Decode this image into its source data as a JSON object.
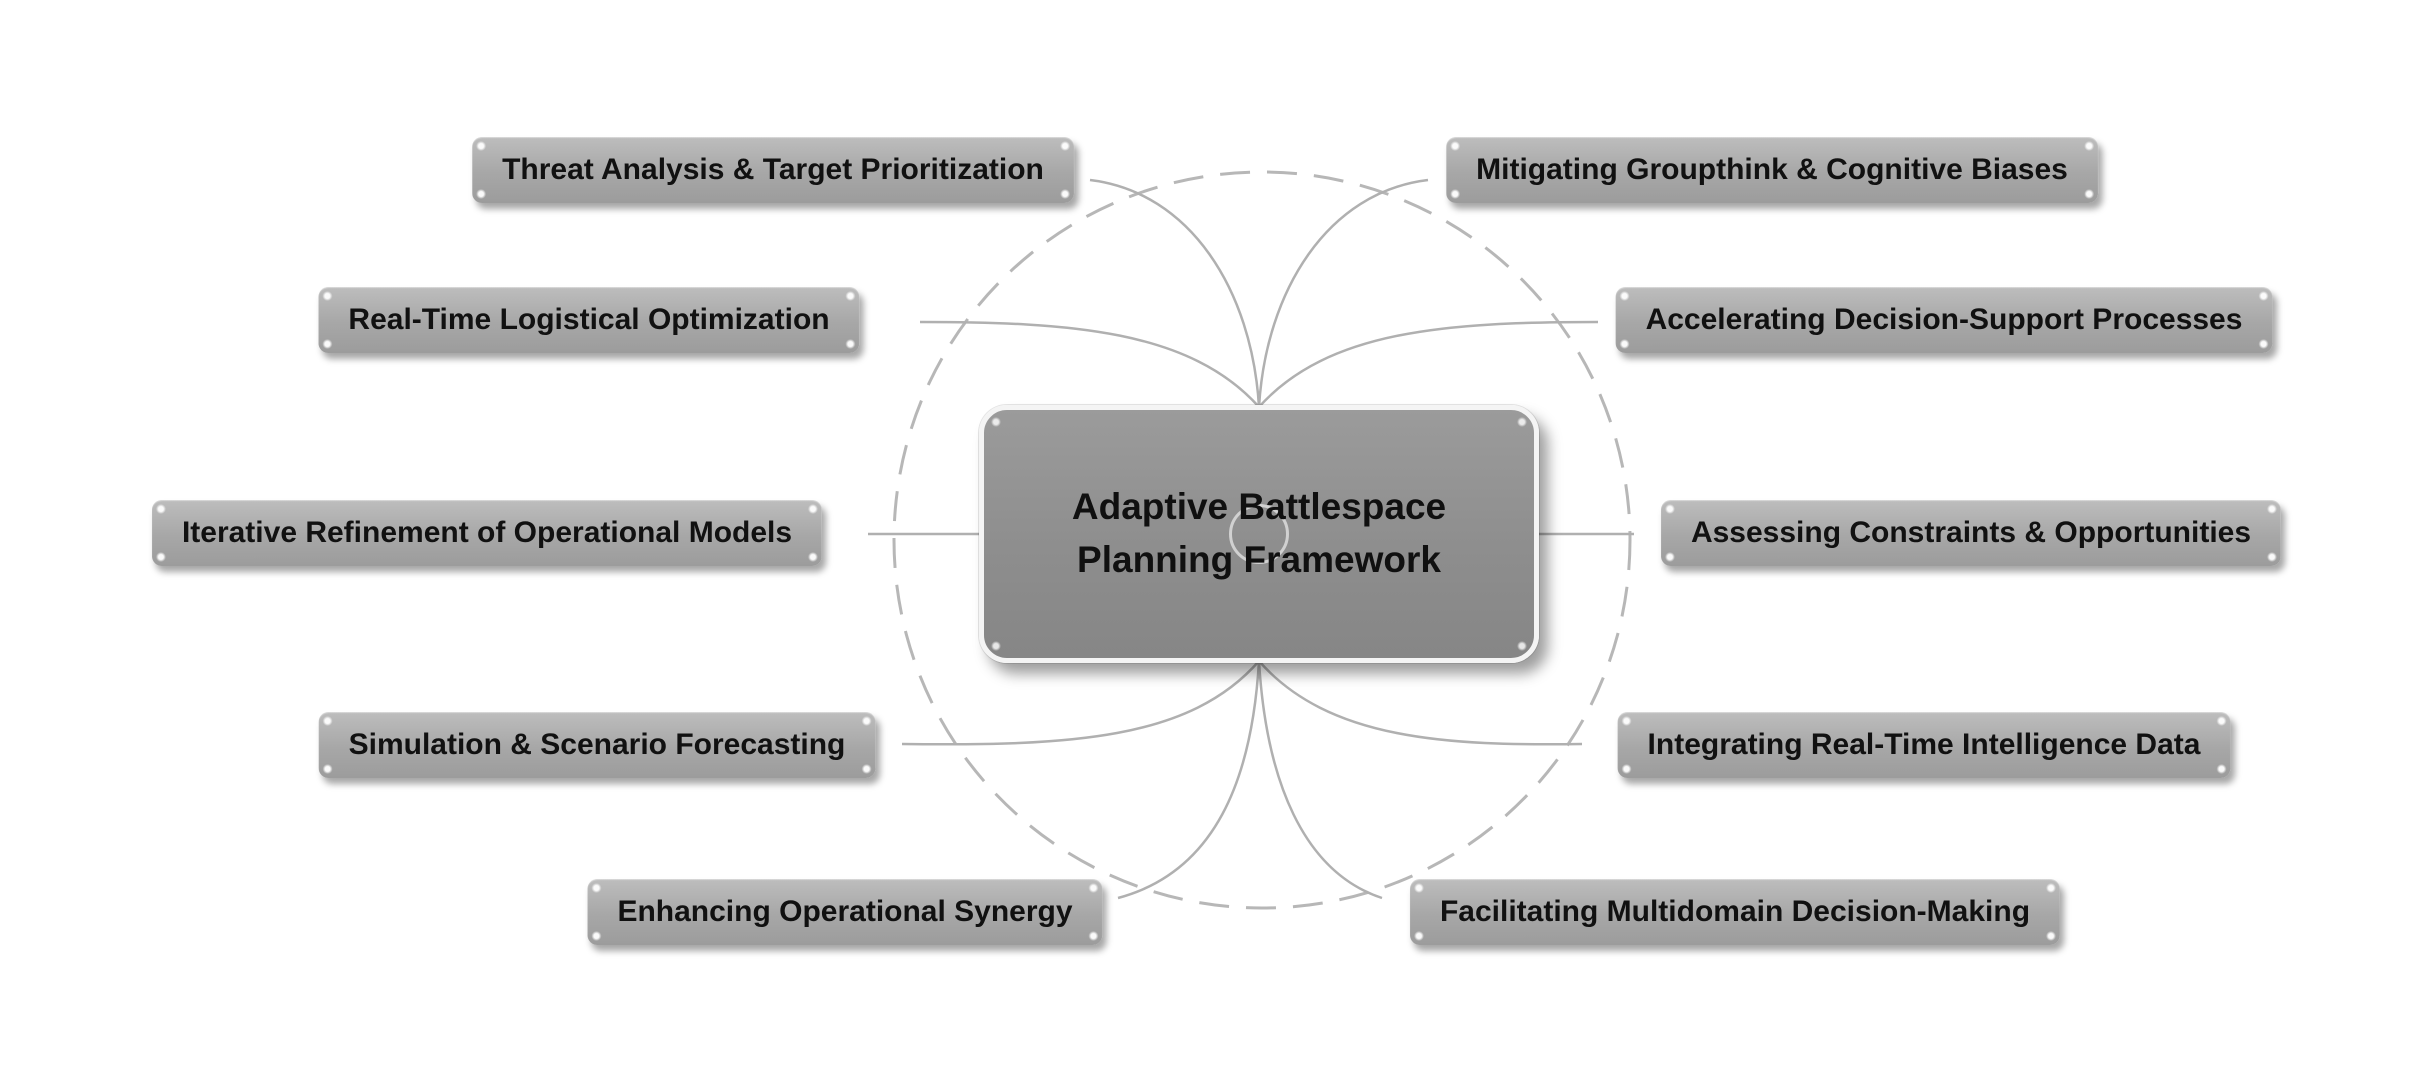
{
  "diagram": {
    "type": "mindmap",
    "center": {
      "label": "Adaptive Battlespace Planning Framework"
    },
    "nodes": [
      {
        "id": "threat-analysis-target-prioritization",
        "label": "Threat Analysis & Target Prioritization",
        "side": "left"
      },
      {
        "id": "mitigating-groupthink-cognitive-biases",
        "label": "Mitigating Groupthink & Cognitive Biases",
        "side": "right"
      },
      {
        "id": "real-time-logistical-optimization",
        "label": "Real-Time Logistical Optimization",
        "side": "left"
      },
      {
        "id": "accelerating-decision-support-processes",
        "label": "Accelerating Decision-Support Processes",
        "side": "right"
      },
      {
        "id": "iterative-refinement-of-operational-models",
        "label": "Iterative Refinement of Operational Models",
        "side": "left"
      },
      {
        "id": "assessing-constraints-opportunities",
        "label": "Assessing Constraints & Opportunities",
        "side": "right"
      },
      {
        "id": "simulation-scenario-forecasting",
        "label": "Simulation & Scenario Forecasting",
        "side": "left"
      },
      {
        "id": "integrating-real-time-intelligence-data",
        "label": "Integrating Real-Time Intelligence Data",
        "side": "right"
      },
      {
        "id": "enhancing-operational-synergy",
        "label": "Enhancing Operational Synergy",
        "side": "left"
      },
      {
        "id": "facilitating-multidomain-decision-making",
        "label": "Facilitating Multidomain Decision-Making",
        "side": "right"
      }
    ],
    "colors": {
      "node_fill": "#a7a7a7",
      "center_fill": "#8e8e8e",
      "connector": "#b0b0b0",
      "text": "#111111",
      "background": "#ffffff"
    }
  }
}
